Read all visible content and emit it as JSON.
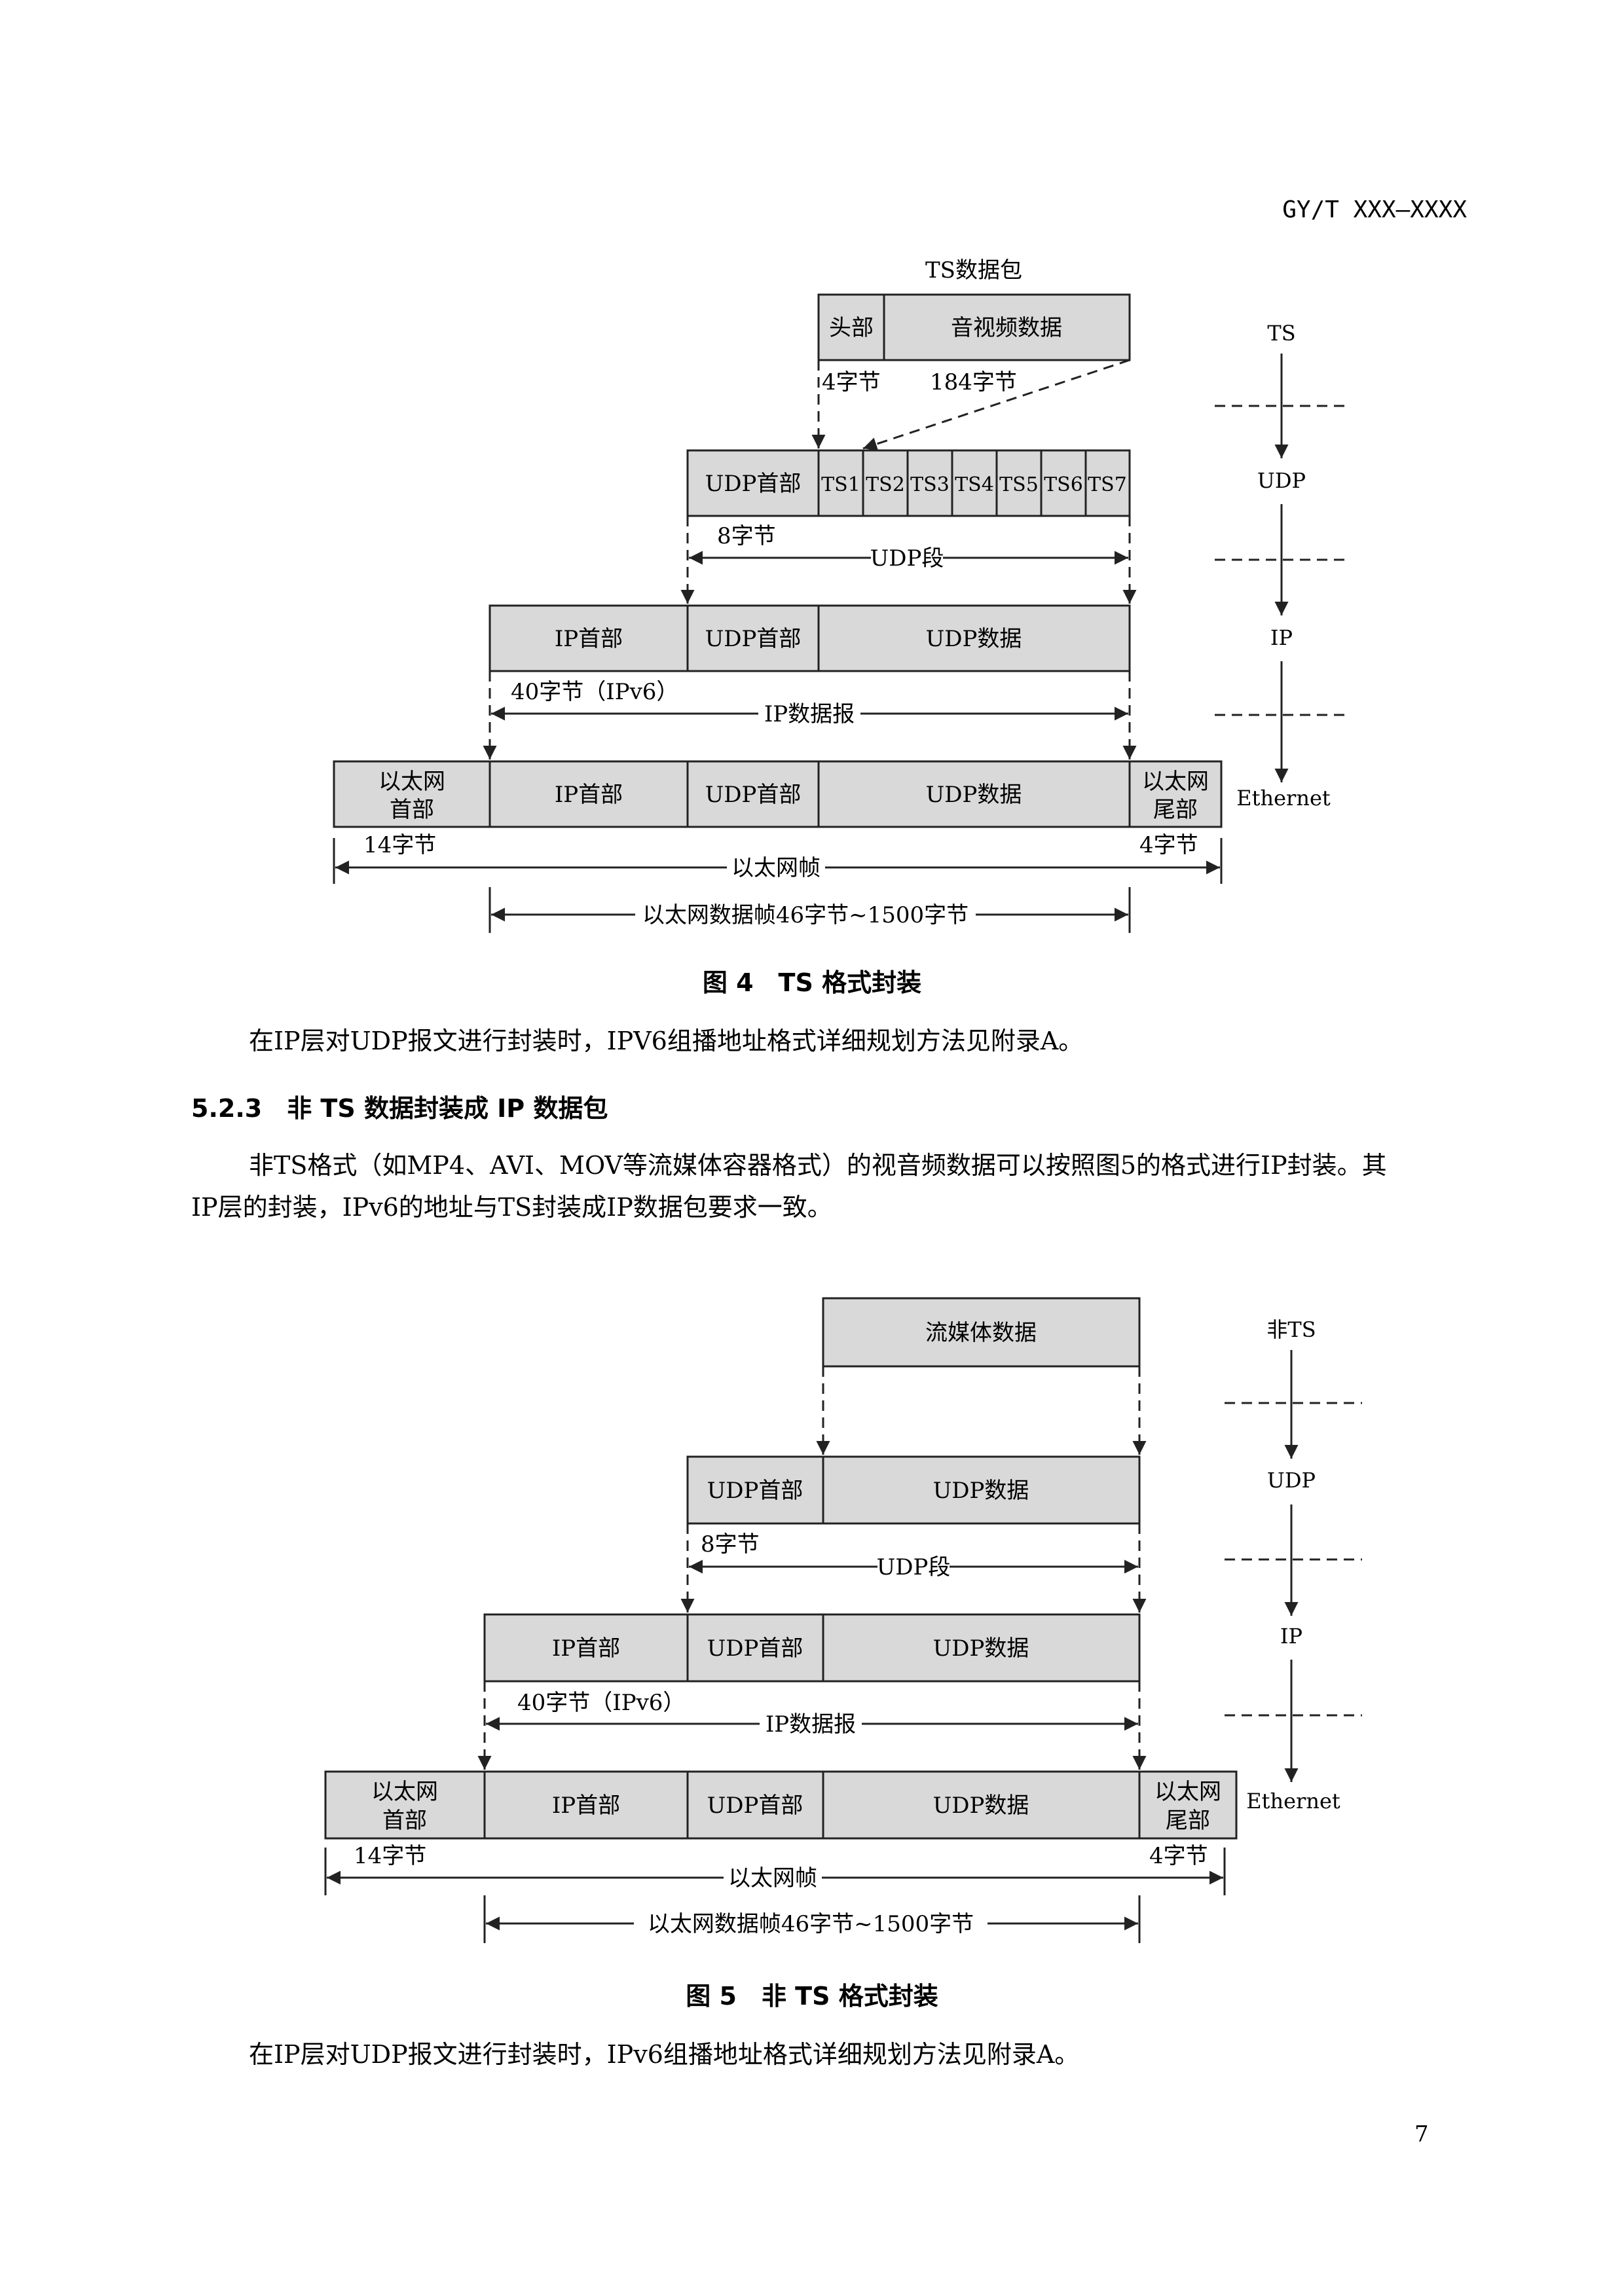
{
  "header": {
    "doc_id": "GY/T XXX—XXXX"
  },
  "fig4": {
    "ts_packet_title": "TS数据包",
    "ts_header": "头部",
    "ts_payload": "音视频数据",
    "ts_header_size": "4字节",
    "ts_payload_size": "184字节",
    "udp_header": "UDP首部",
    "ts_slots": [
      "TS1",
      "TS2",
      "TS3",
      "TS4",
      "TS5",
      "TS6",
      "TS7"
    ],
    "udp_header_size": "8字节",
    "udp_segment": "UDP段",
    "ip_header": "IP首部",
    "udp_header_2": "UDP首部",
    "udp_data": "UDP数据",
    "ip_header_size": "40字节（IPv6）",
    "ip_datagram": "IP数据报",
    "eth_header_line1": "以太网",
    "eth_header_line2": "首部",
    "ip_header_2": "IP首部",
    "udp_header_3": "UDP首部",
    "udp_data_2": "UDP数据",
    "eth_trailer_line1": "以太网",
    "eth_trailer_line2": "尾部",
    "eth_header_size": "14字节",
    "eth_trailer_size": "4字节",
    "eth_frame": "以太网帧",
    "eth_data_frame": "以太网数据帧46字节~1500字节",
    "layer_ts": "TS",
    "layer_udp": "UDP",
    "layer_ip": "IP",
    "layer_ethernet": "Ethernet",
    "caption": "图 4　TS 格式封装"
  },
  "para1": "在IP层对UDP报文进行封装时，IPV6组播地址格式详细规划方法见附录A。",
  "section_heading": "5.2.3　非 TS 数据封装成 IP 数据包",
  "para2_line1": "非TS格式（如MP4、AVI、MOV等流媒体容器格式）的视音频数据可以按照图5的格式进行IP封装。其",
  "para2_line2": "IP层的封装，IPv6的地址与TS封装成IP数据包要求一致。",
  "fig5": {
    "stream_data": "流媒体数据",
    "udp_header": "UDP首部",
    "udp_data": "UDP数据",
    "udp_header_size": "8字节",
    "udp_segment": "UDP段",
    "ip_header": "IP首部",
    "udp_header_2": "UDP首部",
    "udp_data_2": "UDP数据",
    "ip_header_size": "40字节（IPv6）",
    "ip_datagram": "IP数据报",
    "eth_header_line1": "以太网",
    "eth_header_line2": "首部",
    "ip_header_2": "IP首部",
    "udp_header_3": "UDP首部",
    "udp_data_3": "UDP数据",
    "eth_trailer_line1": "以太网",
    "eth_trailer_line2": "尾部",
    "eth_header_size": "14字节",
    "eth_trailer_size": "4字节",
    "eth_frame": "以太网帧",
    "eth_data_frame": "以太网数据帧46字节~1500字节",
    "layer_nonts": "非TS",
    "layer_udp": "UDP",
    "layer_ip": "IP",
    "layer_ethernet": "Ethernet",
    "caption": "图 5　非 TS 格式封装"
  },
  "para3": "在IP层对UDP报文进行封装时，IPv6组播地址格式详细规划方法见附录A。",
  "page_number": "7"
}
